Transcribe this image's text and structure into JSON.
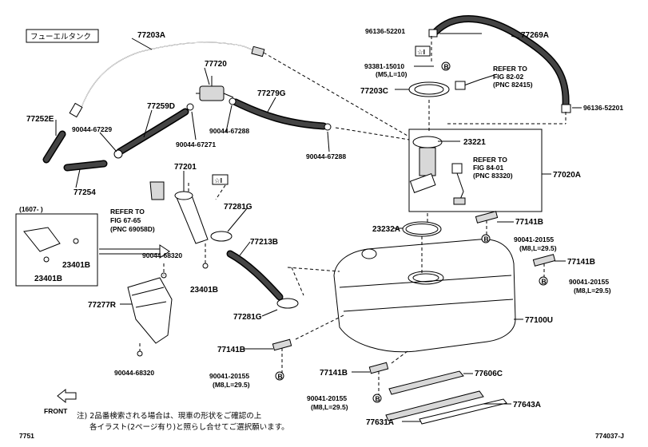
{
  "title_box": "フューエルタンク",
  "part_labels": {
    "p77203A": "77203A",
    "p77252E": "77252E",
    "p77254": "77254",
    "p77259D": "77259D",
    "p90044_67229": "90044-67229",
    "p77720": "77720",
    "p90044_67271": "90044-67271",
    "p90044_67288a": "90044-67288",
    "p77279G": "77279G",
    "p90044_67288b": "90044-67288",
    "p96136_52201a": "96136-52201",
    "p77269A": "77269A",
    "p93381": "93381-15010",
    "p93381_spec": "(M5,L=10)",
    "p77203C": "77203C",
    "p96136_52201b": "96136-52201",
    "p23221": "23221",
    "p77020A": "77020A",
    "p77201": "77201",
    "p77281G": "77281G",
    "p77213B": "77213B",
    "p90044_68320a": "90044-68320",
    "p23401B_a": "23401B",
    "p23401B_b": "23401B",
    "p23401B_c": "23401B",
    "p77277R": "77277R",
    "p77281G_b": "77281G",
    "p90044_68320b": "90044-68320",
    "p77141B_a": "77141B",
    "p90041_20155a": "90041-20155",
    "p90041_spec_a": "(M8,L=29.5)",
    "p77141B_b": "77141B",
    "p90041_20155b": "90041-20155",
    "p90041_spec_b": "(M8,L=29.5)",
    "p23232A": "23232A",
    "p77100U": "77100U",
    "p77141B_c": "77141B",
    "p90041_20155c": "90041-20155",
    "p90041_spec_c": "(M8,L=29.5)",
    "p77141B_d": "77141B",
    "p90041_20155d": "90041-20155",
    "p90041_spec_d": "(M8,L=29.5)",
    "p77606C": "77606C",
    "p77643A": "77643A",
    "p77631A": "77631A",
    "star_I_a": "☆I",
    "star_I_b": "☆I",
    "bolt_B": "B"
  },
  "refer_notes": {
    "ref1": [
      "REFER TO",
      "FIG 82-02",
      "(PNC 82415)"
    ],
    "ref2": [
      "REFER TO",
      "FIG 84-01",
      "(PNC 83320)"
    ],
    "ref3": [
      "REFER TO",
      "FIG 67-65",
      "(PNC 69058D)"
    ]
  },
  "inset_label": "(1607-      )",
  "front_label": "FRONT",
  "note_line1": "注) 2品番検索される場合は、現車の形状をご確認の上",
  "note_line2": "各イラスト(2ページ有り)と照らし合せてご選択願います。",
  "page_left": "7751",
  "page_right": "774037-J"
}
